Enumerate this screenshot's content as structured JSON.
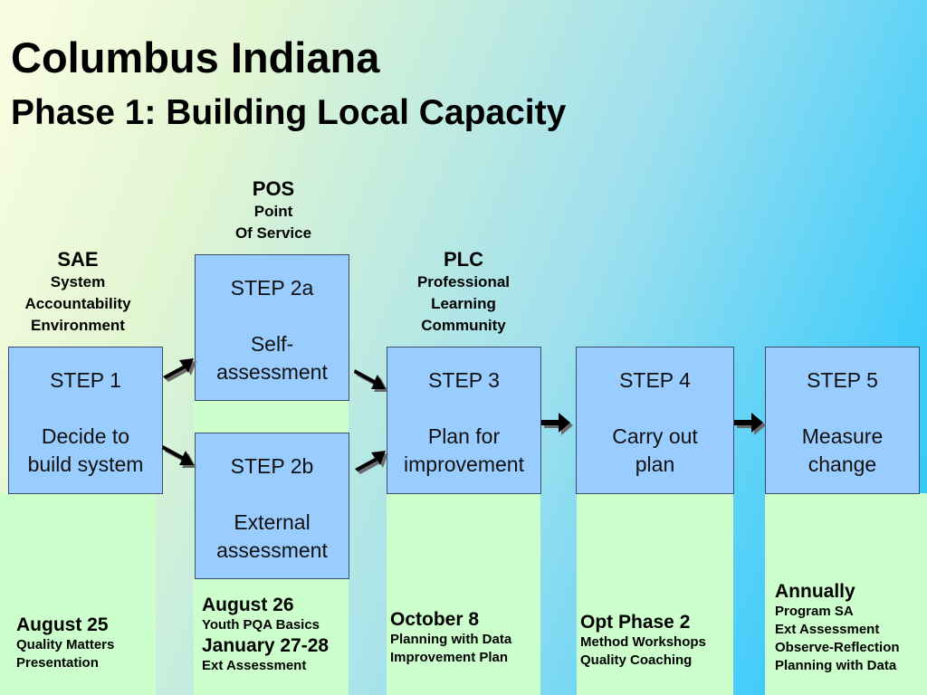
{
  "title": "Columbus Indiana",
  "subtitle": "Phase 1: Building Local Capacity",
  "headers": {
    "sae": {
      "abbr": "SAE",
      "lines": [
        "System",
        "Accountability",
        "Environment"
      ]
    },
    "pos": {
      "abbr": "POS",
      "lines": [
        "Point",
        "Of Service"
      ]
    },
    "plc": {
      "abbr": "PLC",
      "lines": [
        "Professional",
        "Learning",
        "Community"
      ]
    }
  },
  "steps": {
    "step1": {
      "label": "STEP 1",
      "lines": [
        "Decide to",
        "build system"
      ]
    },
    "step2a": {
      "label": "STEP 2a",
      "lines": [
        "Self-",
        "assessment"
      ]
    },
    "step2b": {
      "label": "STEP 2b",
      "lines": [
        "External",
        "assessment"
      ]
    },
    "step3": {
      "label": "STEP 3",
      "lines": [
        "Plan for",
        "improvement"
      ]
    },
    "step4": {
      "label": "STEP 4",
      "lines": [
        "Carry out",
        "plan"
      ]
    },
    "step5": {
      "label": "STEP 5",
      "lines": [
        "Measure",
        "change"
      ]
    }
  },
  "notes": {
    "n1": {
      "date": "August 25",
      "lines": [
        "Quality Matters",
        "Presentation"
      ]
    },
    "n2": {
      "date": "August 26",
      "line1": "Youth PQA Basics",
      "date2": "January 27-28",
      "line2": "Ext Assessment"
    },
    "n3": {
      "date": "October 8",
      "lines": [
        "Planning with Data",
        "Improvement Plan"
      ]
    },
    "n4": {
      "date": "Opt Phase 2",
      "lines": [
        "Method Workshops",
        "Quality Coaching"
      ]
    },
    "n5": {
      "date": "Annually",
      "lines": [
        "Program SA",
        "Ext Assessment",
        "Observe-Reflection",
        "Planning with Data"
      ]
    }
  }
}
